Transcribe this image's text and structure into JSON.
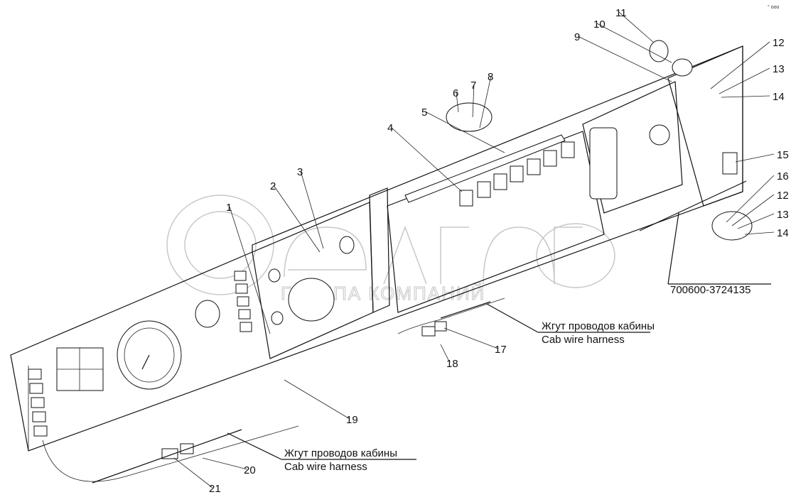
{
  "diagram": {
    "assembly_code": "700600-3724135",
    "harness_label_ru": "Жгут проводов кабины",
    "harness_label_en": "Cab wire harness",
    "callouts": [
      "1",
      "2",
      "3",
      "4",
      "5",
      "6",
      "7",
      "8",
      "9",
      "10",
      "11",
      "12",
      "13",
      "14",
      "15",
      "16",
      "12",
      "13",
      "14",
      "17",
      "18",
      "19",
      "20",
      "21"
    ],
    "corner_mark": "° ooo"
  },
  "watermark": {
    "logo_text": "белагро",
    "subtitle": "ГРУППА КОМПАНИЙ",
    "color": "#c8c8c8"
  }
}
